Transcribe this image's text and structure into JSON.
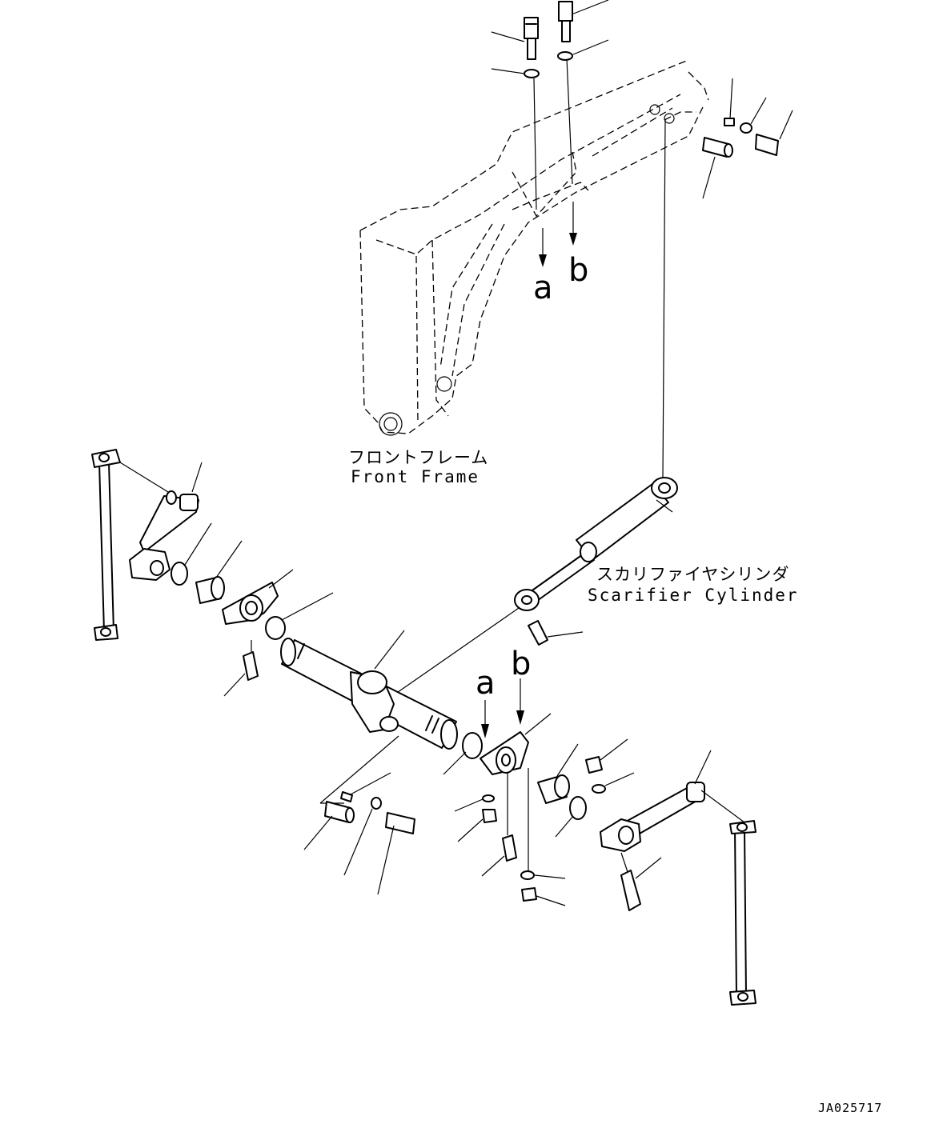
{
  "labels": {
    "front_frame_jp": "フロントフレーム",
    "front_frame_en": "Front Frame",
    "cylinder_jp": "スカリファイヤシリンダ",
    "cylinder_en": "Scarifier Cylinder",
    "ref_a_top": "a",
    "ref_b_top": "b",
    "ref_a_bottom": "a",
    "ref_b_bottom": "b",
    "drawing_code": "JA025717"
  },
  "colors": {
    "line": "#000000",
    "background": "#ffffff"
  }
}
